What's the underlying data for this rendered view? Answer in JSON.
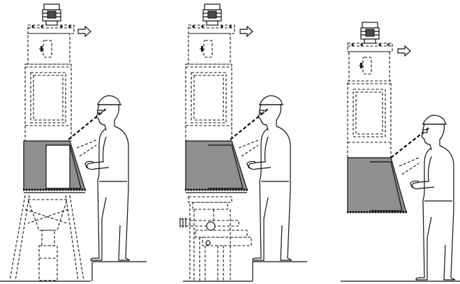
{
  "figure": {
    "panels": [
      {
        "id": "panel-1",
        "variant": "with-support-frame-and-hopper"
      },
      {
        "id": "panel-2",
        "variant": "with-valve-and-flanges"
      },
      {
        "id": "panel-3",
        "variant": "compact-on-floor"
      }
    ],
    "colors": {
      "line": "#111111",
      "housing_fill": "#8f8f8f",
      "motor_fill": "#4a4a4a",
      "background": "#ffffff"
    },
    "icons": [
      "exhaust-arrow-icon",
      "operator-figure",
      "hard-hat-icon"
    ]
  }
}
